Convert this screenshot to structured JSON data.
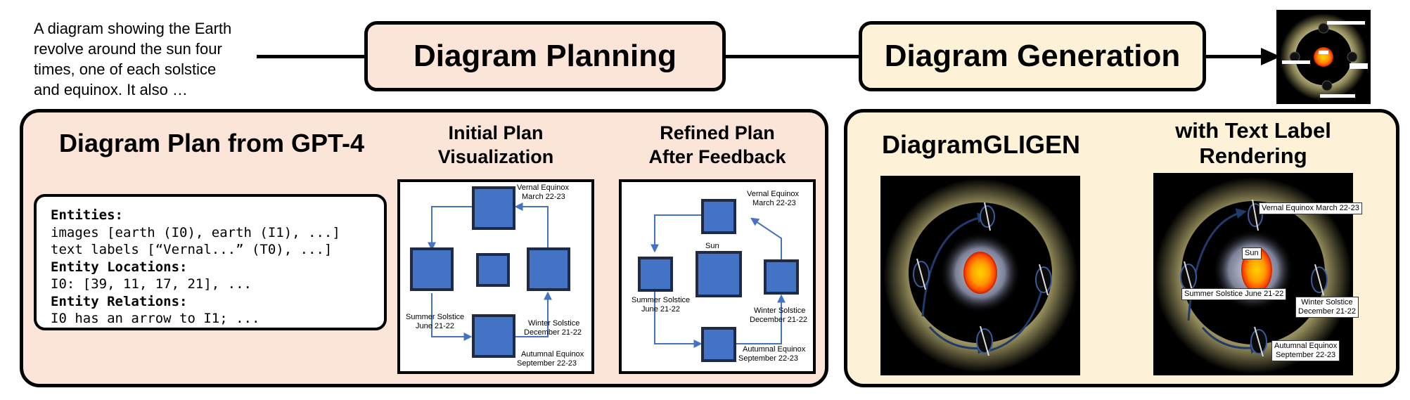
{
  "prompt": {
    "line1": "A diagram showing the Earth",
    "line2": "revolve around the sun four",
    "line3": "times, one of each solstice",
    "line4": "and equinox. It also …"
  },
  "stages": {
    "planning": "Diagram Planning",
    "generation": "Diagram Generation"
  },
  "plan_panel": {
    "title": "Diagram Plan from GPT-4",
    "code": {
      "l1": "Entities:",
      "l2": "images [earth (I0), earth (I1), ...]",
      "l3": "text labels [“Vernal...” (T0), ...]",
      "l4": "Entity Locations:",
      "l5": "I0: [39, 11, 17, 21], ...",
      "l6": "Entity Relations:",
      "l7": "I0 has an arrow to I1; ..."
    },
    "initial": {
      "title1": "Initial Plan",
      "title2": "Visualization",
      "labels": {
        "vernal1": "Vernal Equinox",
        "vernal2": "March 22-23",
        "summer1": "Summer Solstice",
        "summer2": "June 21-22",
        "winter1": "Winter Solstice",
        "winter2": "December 21-22",
        "autumn1": "Autumnal Equinox",
        "autumn2": "September 22-23"
      }
    },
    "refined": {
      "title1": "Refined Plan",
      "title2": "After Feedback",
      "labels": {
        "vernal1": "Vernal Equinox",
        "vernal2": "March 22-23",
        "sun": "Sun",
        "summer1": "Summer Solstice",
        "summer2": "June 21-22",
        "winter1": "Winter Solstice",
        "winter2": "December 21-22",
        "autumn1": "Autumnal Equinox",
        "autumn2": "September 22-23"
      }
    }
  },
  "gen_panel": {
    "gligen_title": "DiagramGLIGEN",
    "render_title1": "with Text Label",
    "render_title2": "Rendering",
    "render_labels": {
      "vernal": "Vernal Equinox March 22-23",
      "sun": "Sun",
      "summer": "Summer Solstice June 21-22",
      "winter1": "Winter Solstice",
      "winter2": "December 21-22",
      "autumn1": "Autumnal Equinox",
      "autumn2": "September 22-23"
    }
  }
}
